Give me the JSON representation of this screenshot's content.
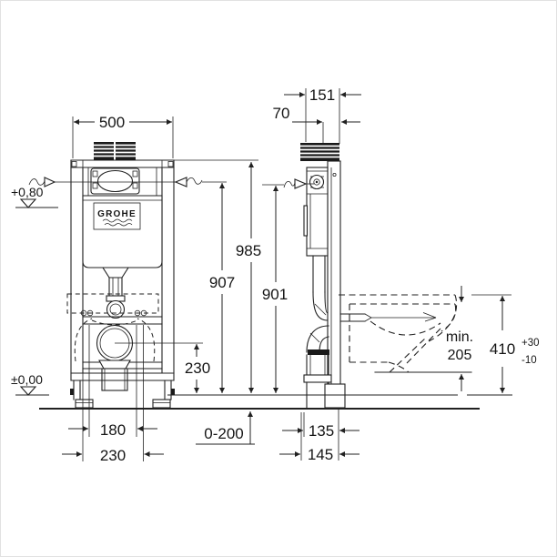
{
  "brand": {
    "logo": "GROHE"
  },
  "front_view": {
    "width": "500",
    "overall_height": "985",
    "actuator_center_height": "907",
    "outlet_center_height": "230",
    "fixing_spacing_inner": "180",
    "fixing_spacing_outer": "230",
    "foot_adjustment_range": "0-200",
    "level_actuator": "+0,80",
    "level_floor": "±0,00"
  },
  "side_view": {
    "frame_depth": "151",
    "rail_offset": "70",
    "actuator_center_height": "901",
    "pipe_wall_distance_inner": "135",
    "pipe_wall_distance_outer": "145",
    "bowl_clearance_label": "min.",
    "bowl_clearance_value": "205",
    "rim_height": "410",
    "rim_height_tol_plus": "+30",
    "rim_height_tol_minus": "-10"
  }
}
